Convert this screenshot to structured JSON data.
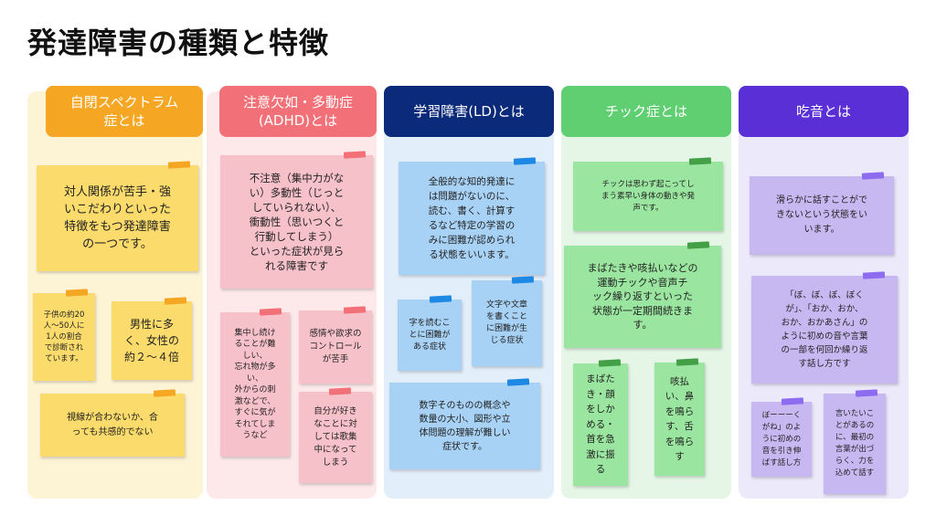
{
  "title": "発達障害の種類と特徴",
  "colors": {
    "asd_head": "#f5a623",
    "asd_bg": "#fdf4d6",
    "asd_note": "#fbdb6b",
    "asd_tape": "#f5a623",
    "adhd_head": "#f27077",
    "adhd_bg": "#fde9ea",
    "adhd_note": "#f7c1c9",
    "adhd_tape": "#f27077",
    "ld_head": "#0c2a7a",
    "ld_bg": "#e3eefb",
    "ld_note": "#a8d2f5",
    "ld_tape": "#1e88e5",
    "tic_head": "#5fcf72",
    "tic_bg": "#e5f6e7",
    "tic_note": "#9ae59f",
    "tic_tape": "#43a047",
    "stutter_head": "#5b2fd6",
    "stutter_bg": "#ece9fb",
    "stutter_note": "#c7b8f1",
    "stutter_tape": "#8e6cf0"
  },
  "columns": {
    "asd": {
      "header": "自閉スペクトラム\n症とは",
      "notes": [
        "対人関係が苦手・強\nいこだわりといった\n特徴をもつ発達障害\nの一つです。",
        "子供の約20\n人～50人に\n1人の割合\nで診断され\nています。",
        "男性に多\nく、女性の\n約２～４倍",
        "視線が合わないか、合\nっても共感的でない"
      ]
    },
    "adhd": {
      "header": "注意欠如・多動症\n(ADHD)とは",
      "notes": [
        "不注意（集中力がな\nい）多動性（じっと\nしていられない）、\n衝動性（思いつくと\n行動してしまう）\nといった症状が見ら\nれる障害です",
        "集中し続け\nることが難\nしい、\n忘れ物が多\nい、\n外からの刺\n激などで、\nすぐに気が\nそれてしま\nうなど",
        "感情や欲求の\nコントロール\nが苦手",
        "自分が好き\nなことに対\nしては歌集\n中になって\nしまう"
      ]
    },
    "ld": {
      "header": "学習障害(LD)とは",
      "notes": [
        "全般的な知的発達に\nは問題がないのに、\n読む、書く、計算す\nるなど特定の学習の\nみに困難が認められ\nる状態をいいます。",
        "字を読むこ\nとに困難が\nある症状",
        "文字や文章\nを書くこと\nに困難が生\nじる症状",
        "数字そのものの概念や\n数量の大小、図形や立\n体問題の理解が難しい\n症状です。"
      ]
    },
    "tic": {
      "header": "チック症とは",
      "notes": [
        "チックは思わず起こってし\nまう素早い身体の動きや発\n声です。",
        "まばたきや咳払いなどの\n運動チックや音声チ\nック繰り返すといった\n状態が一定期間続きま\nす。",
        "まばた\nき・顔\nをしか\nめる・\n首を急\n激に振\nる",
        "咳払\nい、鼻\nを鳴ら\nす、舌\nを鳴ら\nす"
      ]
    },
    "stutter": {
      "header": "吃音とは",
      "notes": [
        "滑らかに話すことがで\nきないという状態をい\nいます。",
        "「ぼ、ぼ、ぼ、ぼく\nが」、「おか、おか、\nおか、おかあさん」の\nように初めの音や言葉\nの一部を何回か繰り返\nす話し方です",
        "ぼーーーく\nがね」のよ\nうに初めの\n音を引き伸\nばす話し方",
        "言いたいこ\nとがあるの\nに、最初の\n言葉が出づ\nらく、力を\n込めて話す"
      ]
    }
  }
}
